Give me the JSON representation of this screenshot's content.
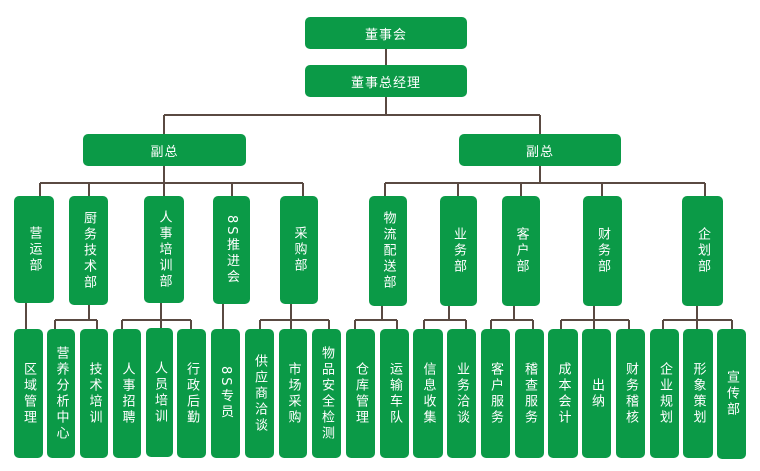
{
  "board": "董事会",
  "gm": "董事总经理",
  "vp_left": {
    "label": "副总",
    "departments": [
      {
        "label": "营运部",
        "units": [
          "区域管理"
        ]
      },
      {
        "label": "厨务技术部",
        "units": [
          "营养分析中心",
          "技术培训"
        ]
      },
      {
        "label": "人事培训部",
        "units": [
          "人事招聘",
          "人员培训",
          "行政后勤"
        ]
      },
      {
        "label": "8S推进会",
        "units": [
          "8S专员"
        ]
      },
      {
        "label": "采购部",
        "units": [
          "供应商洽谈",
          "市场采购",
          "物品安全检测"
        ]
      }
    ]
  },
  "vp_right": {
    "label": "副总",
    "departments": [
      {
        "label": "物流配送部",
        "units": [
          "仓库管理",
          "运输车队"
        ]
      },
      {
        "label": "业务部",
        "units": [
          "信息收集",
          "业务洽谈"
        ]
      },
      {
        "label": "客户部",
        "units": [
          "客户服务",
          "稽查服务"
        ]
      },
      {
        "label": "财务部",
        "units": [
          "成本会计",
          "出纳",
          "财务稽核"
        ]
      },
      {
        "label": "企划部",
        "units": [
          "企业规划",
          "形象策划",
          "宣传部"
        ]
      }
    ]
  }
}
